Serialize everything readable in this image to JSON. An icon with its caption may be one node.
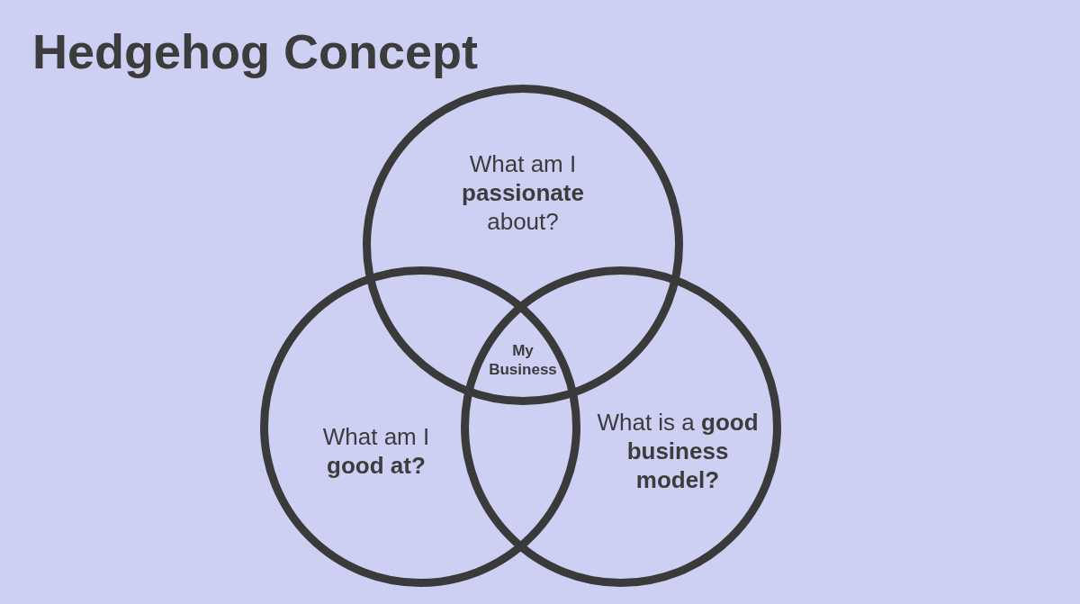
{
  "diagram": {
    "title": "Hedgehog Concept",
    "nodes": [
      {
        "text": [
          "What am I **passionate** about?"
        ]
      },
      {
        "text": [
          "What am I **good at?**"
        ]
      },
      {
        "text": [
          "What is a **good business model?**"
        ]
      }
    ],
    "labels": [
      "My Business"
    ]
  }
}
